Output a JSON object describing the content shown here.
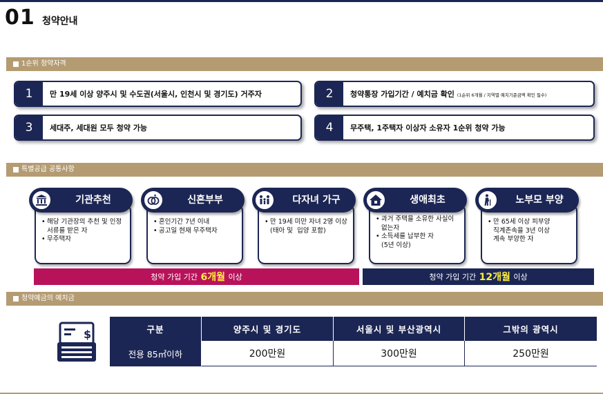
{
  "header": {
    "number": "01",
    "title": "청약안내"
  },
  "sections": {
    "first_rank": "1순위 청약자격",
    "special": "특별공급 공통사항",
    "deposit": "청약예금의 예치금"
  },
  "qualifications": [
    {
      "num": "1",
      "text": "만 19세 이상 양주시 및 수도권(서울시, 인천시 및 경기도) 거주자",
      "note": ""
    },
    {
      "num": "2",
      "text": "청약통장 가입기간 / 예치금 확인",
      "note": "(1순위 6개월 / 지역별 예치기준금액 확인 필수)"
    },
    {
      "num": "3",
      "text": "세대주, 세대원 모두 청약 가능",
      "note": ""
    },
    {
      "num": "4",
      "text": "무주택, 1주택자 이상자 소유자 1순위 청약 가능",
      "note": ""
    }
  ],
  "special_cards": [
    {
      "label": "기관추천",
      "icon": "institution-icon",
      "lines": [
        {
          "bullet": "•",
          "text": "해당 기관장의 추천 및 인정"
        },
        {
          "bullet": "",
          "text": "서류를 받은 자"
        },
        {
          "bullet": "•",
          "text": "무주택자"
        }
      ]
    },
    {
      "label": "신혼부부",
      "icon": "rings-icon",
      "lines": [
        {
          "bullet": "•",
          "text": "혼인기간 7년 이내"
        },
        {
          "bullet": "•",
          "text": "공고일 현재 무주택자"
        }
      ]
    },
    {
      "label": "다자녀 가구",
      "icon": "family-icon",
      "lines": [
        {
          "bullet": "•",
          "text": "만 19세 미만 자녀 2명 이상"
        },
        {
          "bullet": "",
          "text": "(태아 및  입양 포함)"
        }
      ]
    },
    {
      "label": "생애최초",
      "icon": "house-icon",
      "lines": [
        {
          "bullet": "•",
          "text": "과거 주택을 소유한 사실이"
        },
        {
          "bullet": "",
          "text": "없는자"
        },
        {
          "bullet": "•",
          "text": "소득세를 납부한 자"
        },
        {
          "bullet": "",
          "text": "(5년 이상)"
        }
      ]
    },
    {
      "label": "노부모 부양",
      "icon": "elderly-icon",
      "lines": [
        {
          "bullet": "•",
          "text": "만 65세 이상 피부양"
        },
        {
          "bullet": "",
          "text": "직계존속을 3년 이상"
        },
        {
          "bullet": "",
          "text": "계속 부양한 자"
        }
      ]
    }
  ],
  "periods": [
    {
      "prefix": "청약 가입 기간",
      "highlight": "6개월",
      "suffix": "이상",
      "color": "#b8135a"
    },
    {
      "prefix": "청약 가입 기간",
      "highlight": "12개월",
      "suffix": "이상",
      "color": "#1c2654"
    }
  ],
  "deposit_table": {
    "icon": "deposit-document-icon",
    "headers": [
      "구분",
      "양주시 및 경기도",
      "서울시 및 부산광역시",
      "그밖의 광역시"
    ],
    "rows": [
      [
        "전용 85㎡이하",
        "200만원",
        "300만원",
        "250만원"
      ]
    ]
  },
  "colors": {
    "navy": "#1c2654",
    "gold": "#b49b72",
    "magenta": "#b8135a",
    "highlight": "#ffef3b"
  }
}
